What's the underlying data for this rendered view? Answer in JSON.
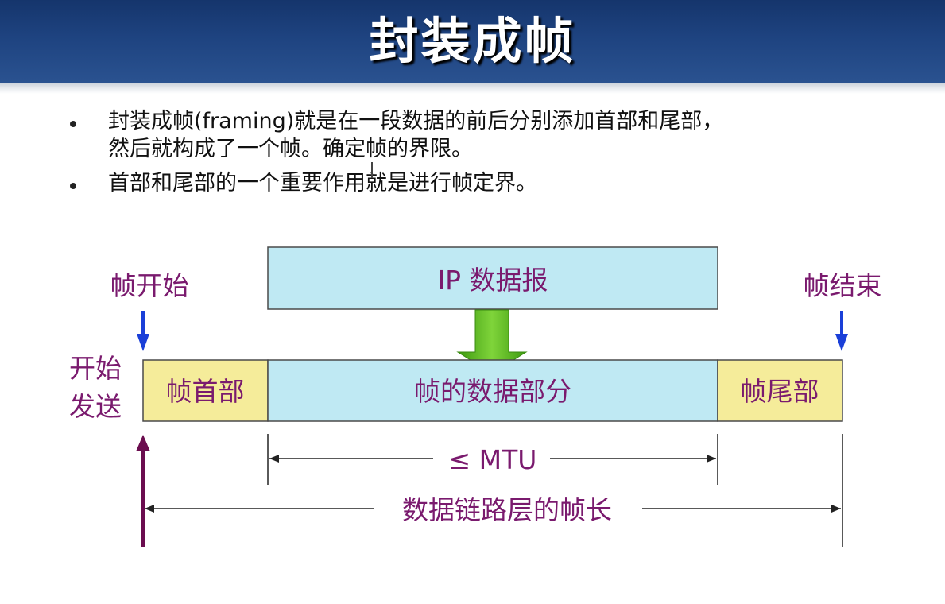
{
  "slide": {
    "title": "封装成帧",
    "bullets": [
      {
        "lines": [
          "封装成帧(framing)就是在一段数据的前后分别添加首部和尾部，",
          "然后就构成了一个帧。确定帧的界限。"
        ]
      },
      {
        "lines": [
          "首部和尾部的一个重要作用就是进行帧定界。"
        ]
      }
    ]
  },
  "diagram": {
    "ip_datagram": "IP 数据报",
    "frame_start": "帧开始",
    "frame_end": "帧结束",
    "start_send": [
      "开始",
      "发送"
    ],
    "frame_header": "帧首部",
    "frame_data": "帧的数据部分",
    "frame_trailer": "帧尾部",
    "mtu_label": "≤ MTU",
    "frame_length_label": "数据链路层的帧长"
  },
  "colors": {
    "title_bar": "#1e4380",
    "light_blue_box": "#bfe9f3",
    "yellow_box": "#f5ec9a",
    "purple_text": "#7a1a6e",
    "blue_arrow": "#1a3fd8",
    "green_arrow": "#5bb51e",
    "purple_arrow": "#6b0d4f"
  }
}
